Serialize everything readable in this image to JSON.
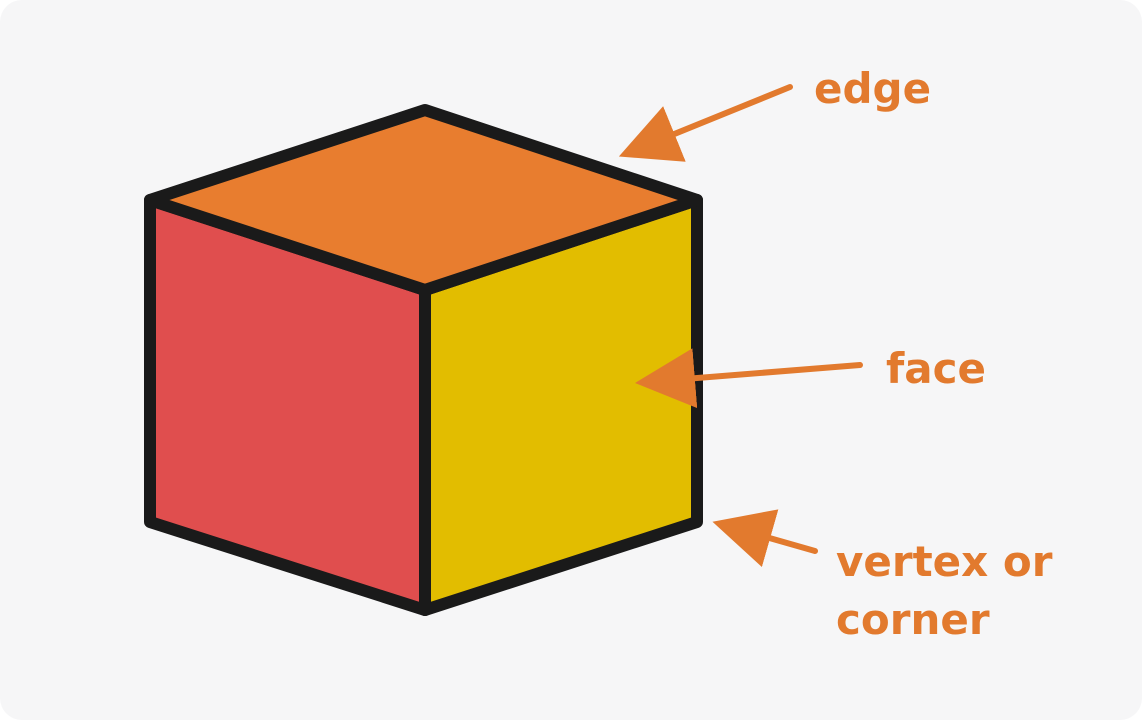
{
  "colors": {
    "background": "#f6f6f7",
    "top_face": "#e87d2f",
    "left_face": "#e04e4e",
    "right_face": "#e2bd00",
    "outline": "#1a1a1a",
    "label": "#e27a2e"
  },
  "labels": {
    "edge": "edge",
    "face": "face",
    "vertex_line1": "vertex or",
    "vertex_line2": "corner"
  }
}
